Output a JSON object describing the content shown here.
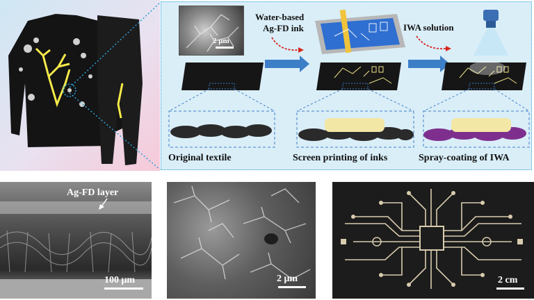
{
  "top": {
    "step_labels": [
      "Original textile",
      "Screen printing of inks",
      "Spray-coating of IWA"
    ],
    "ink_label_line1": "Water-based",
    "ink_label_line2": "Ag-FD ink",
    "iwa_label": "IWA solution",
    "inset_scale": "2 μm"
  },
  "bottom": {
    "cross_section_label": "Ag-FD layer",
    "cross_section_scale": "100 μm",
    "sem_scale": "2 μm",
    "circuit_scale": "2 cm"
  },
  "colors": {
    "process_panel_bg": "#daeef8",
    "arrow_blue": "#3d7fc7",
    "red_arrow": "#d7261e",
    "ink_yellow": "#f2e7a5",
    "iwa_purple": "#7e2f8e",
    "garment_highlight": "#f5ea4a"
  }
}
